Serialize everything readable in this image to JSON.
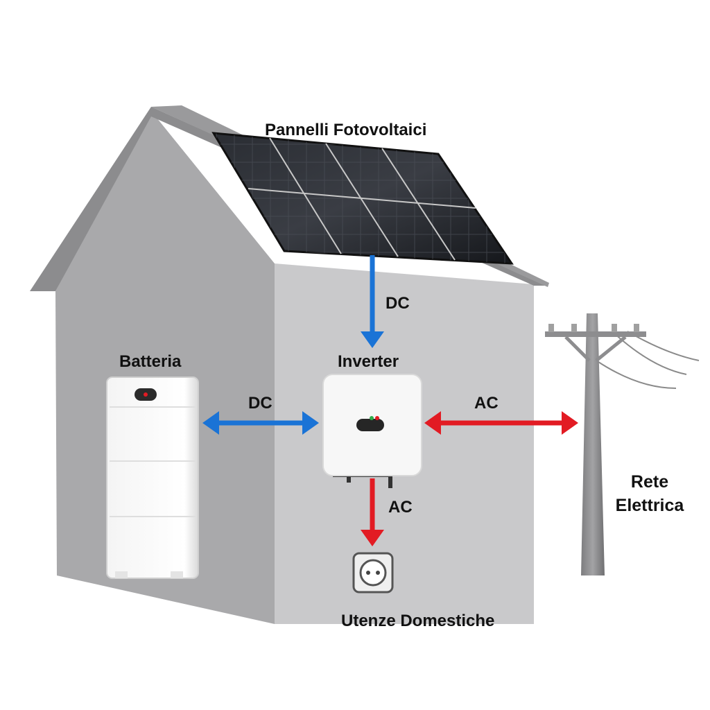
{
  "labels": {
    "panels": "Pannelli Fotovoltaici",
    "battery": "Batteria",
    "inverter": "Inverter",
    "grid_line1": "Rete",
    "grid_line2": "Elettrica",
    "loads": "Utenze Domestiche",
    "flow_panels_inverter": "DC",
    "flow_battery_inverter": "DC",
    "flow_inverter_grid": "AC",
    "flow_inverter_loads": "AC"
  },
  "colors": {
    "dc_arrow": "#1a73d6",
    "ac_arrow": "#e21b23",
    "house_wall": "#a9a9ab",
    "house_side": "#c9c9cb",
    "roof": "#8c8c8e",
    "panel": "#1b1d22",
    "pole": "#8d8d8f"
  },
  "icons": {
    "battery": "battery-icon",
    "inverter": "inverter-icon",
    "socket": "socket-icon",
    "pole": "utility-pole-icon",
    "panels": "solar-panel-icon"
  }
}
